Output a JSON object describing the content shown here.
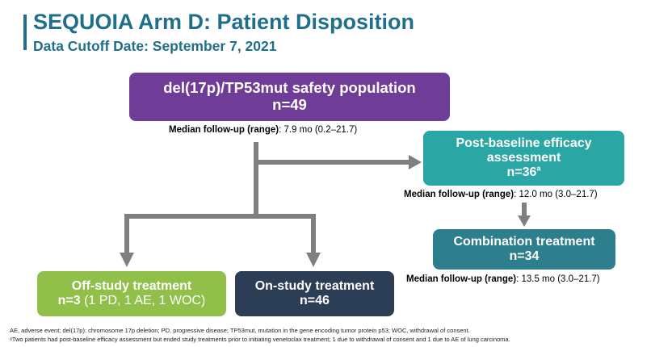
{
  "header": {
    "title": "SEQUOIA Arm D: Patient Disposition",
    "subtitle": "Data Cutoff Date: September 7, 2021"
  },
  "boxes": {
    "safety": {
      "line1": "del(17p)/TP53mut safety population",
      "line2": "n=49"
    },
    "efficacy": {
      "line1": "Post-baseline efficacy",
      "line2": "assessment",
      "line3": "n=36",
      "footnote_mark": "a"
    },
    "combination": {
      "line1": "Combination treatment",
      "line2": "n=34"
    },
    "off_study": {
      "line1": "Off-study treatment",
      "n": "n=3",
      "detail": " (1 PD, 1 AE, 1 WOC)"
    },
    "on_study": {
      "line1": "On-study treatment",
      "line2": "n=46"
    }
  },
  "followups": {
    "label": "Median follow-up (range)",
    "safety": ": 7.9 mo (0.2–21.7)",
    "efficacy": ": 12.0 mo (3.0–21.7)",
    "combination": ": 13.5 mo (3.0–21.7)"
  },
  "footnotes": {
    "abbreviations": "AE, adverse event; del(17p): chromosome 17p deletion; PD, progressive disease; TP53mut, mutation in the gene encoding tumor protein p53; WOC, withdrawal of consent.",
    "note_a": "ᵃTwo patients had post-baseline efficacy assessment but ended study treatments prior to initiating venetoclax treatment; 1 due to withdrawal of consent and 1 due to AE of lung carcinoma."
  },
  "colors": {
    "title": "#1f6f8b",
    "safety_box": "#6f3d97",
    "efficacy_box": "#2aa6a4",
    "combination_box": "#2e7f8e",
    "off_study_box": "#90c04a",
    "on_study_box": "#2b3e56",
    "connector": "#7f7f7f"
  }
}
